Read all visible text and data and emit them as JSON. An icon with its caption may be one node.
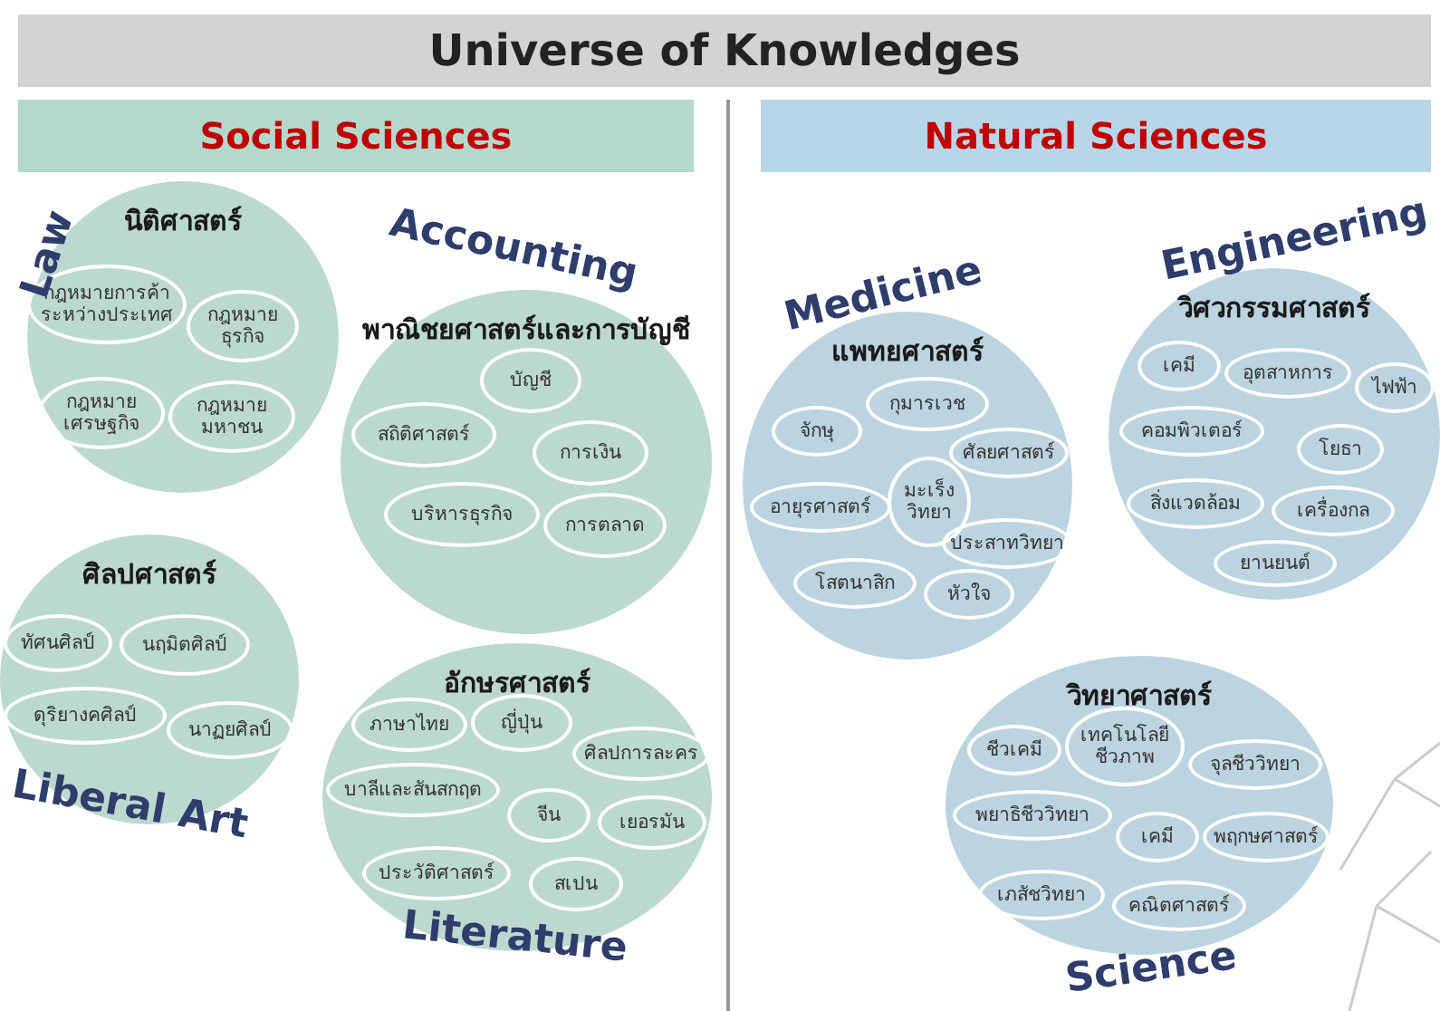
{
  "diagram": {
    "title": "Universe of Knowledges",
    "nodes": [
      {
        "text": [
          "Social Sciences"
        ]
      },
      {
        "text": [
          "Natural Sciences"
        ]
      },
      {
        "text": [
          "นิติศาสตร์"
        ],
        "beside": [
          "Law"
        ]
      },
      {
        "text": [
          "กฎหมายการค้าระหว่างประเทศ"
        ],
        "in": 2
      },
      {
        "text": [
          "กฎหมายธุรกิจ"
        ],
        "in": 2
      },
      {
        "text": [
          "กฎหมายเศรษฐกิจ"
        ],
        "in": 2
      },
      {
        "text": [
          "กฎหมายมหาชน"
        ],
        "in": 2
      },
      {
        "text": [
          "พาณิชยศาสตร์และการบัญชี"
        ],
        "beside": [
          "Accounting"
        ]
      },
      {
        "text": [
          "บัญชี"
        ],
        "in": 7
      },
      {
        "text": [
          "สถิติศาสตร์"
        ],
        "in": 7
      },
      {
        "text": [
          "การเงิน"
        ],
        "in": 7
      },
      {
        "text": [
          "บริหารธุรกิจ"
        ],
        "in": 7
      },
      {
        "text": [
          "การตลาด"
        ],
        "in": 7
      },
      {
        "text": [
          "ศิลปศาสตร์"
        ],
        "beside": [
          "Liberal Art"
        ]
      },
      {
        "text": [
          "ทัศนศิลป์"
        ],
        "in": 13
      },
      {
        "text": [
          "นฤมิตศิลป์"
        ],
        "in": 13
      },
      {
        "text": [
          "ดุริยางคศิลป์"
        ],
        "in": 13
      },
      {
        "text": [
          "นาฏยศิลป์"
        ],
        "in": 13
      },
      {
        "text": [
          "อักษรศาสตร์"
        ],
        "beside": [
          "Literature"
        ]
      },
      {
        "text": [
          "ภาษาไทย"
        ],
        "in": 18
      },
      {
        "text": [
          "ญี่ปุ่น"
        ],
        "in": 18
      },
      {
        "text": [
          "ศิลปการละคร"
        ],
        "in": 18
      },
      {
        "text": [
          "บาลีและสันสกฤต"
        ],
        "in": 18
      },
      {
        "text": [
          "จีน"
        ],
        "in": 18
      },
      {
        "text": [
          "เยอรมัน"
        ],
        "in": 18
      },
      {
        "text": [
          "ประวัติศาสตร์"
        ],
        "in": 18
      },
      {
        "text": [
          "สเปน"
        ],
        "in": 18
      },
      {
        "text": [
          "แพทยศาสตร์"
        ],
        "beside": [
          "Medicine"
        ]
      },
      {
        "text": [
          "จักษุ"
        ],
        "in": 27
      },
      {
        "text": [
          "กุมารเวช"
        ],
        "in": 27
      },
      {
        "text": [
          "ศัลยศาสตร์"
        ],
        "in": 27
      },
      {
        "text": [
          "อายุรศาสตร์"
        ],
        "in": 27
      },
      {
        "text": [
          "มะเร็งวิทยา"
        ],
        "in": 27
      },
      {
        "text": [
          "ประสาทวิทยา"
        ],
        "in": 27
      },
      {
        "text": [
          "โสตนาสิก"
        ],
        "in": 27
      },
      {
        "text": [
          "หัวใจ"
        ],
        "in": 27
      },
      {
        "text": [
          "วิศวกรรมศาสตร์"
        ],
        "beside": [
          "Engineering"
        ]
      },
      {
        "text": [
          "เคมี"
        ],
        "in": 36
      },
      {
        "text": [
          "อุตสาหการ"
        ],
        "in": 36
      },
      {
        "text": [
          "ไฟฟ้า"
        ],
        "in": 36
      },
      {
        "text": [
          "คอมพิวเตอร์"
        ],
        "in": 36
      },
      {
        "text": [
          "โยธา"
        ],
        "in": 36
      },
      {
        "text": [
          "สิ่งแวดล้อม"
        ],
        "in": 36
      },
      {
        "text": [
          "เครื่องกล"
        ],
        "in": 36
      },
      {
        "text": [
          "ยานยนต์"
        ],
        "in": 36
      },
      {
        "text": [
          "วิทยาศาสตร์"
        ],
        "beside": [
          "Science"
        ]
      },
      {
        "text": [
          "ชีวเคมี"
        ],
        "in": 45
      },
      {
        "text": [
          "เทคโนโลยีชีวภาพ"
        ],
        "in": 45
      },
      {
        "text": [
          "จุลชีววิทยา"
        ],
        "in": 45
      },
      {
        "text": [
          "พยาธิชีววิทยา"
        ],
        "in": 45
      },
      {
        "text": [
          "เคมี"
        ],
        "in": 45
      },
      {
        "text": [
          "พฤกษศาสตร์"
        ],
        "in": 45
      },
      {
        "text": [
          "เภสัชวิทยา"
        ],
        "in": 45
      },
      {
        "text": [
          "คณิตศาสตร์"
        ],
        "in": 45
      }
    ]
  }
}
